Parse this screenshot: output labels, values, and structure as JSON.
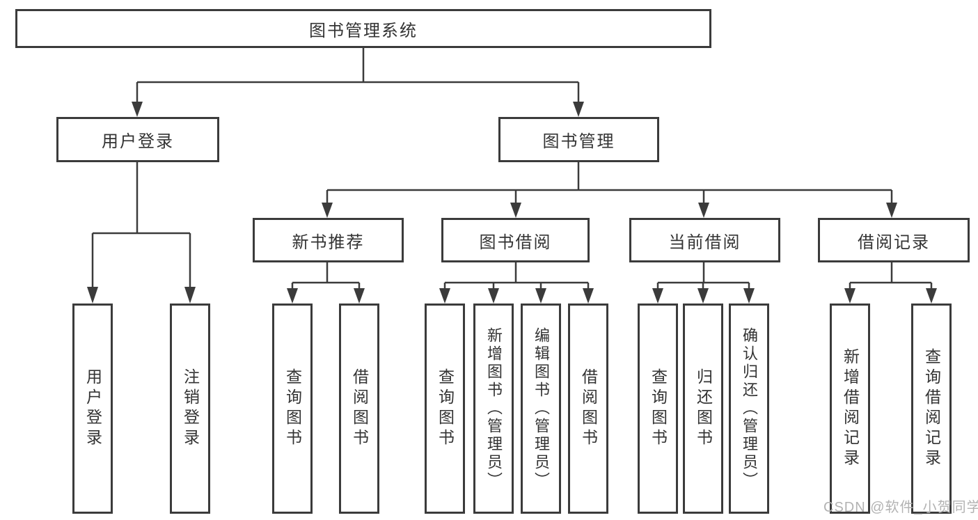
{
  "diagram": {
    "title": "图书管理系统",
    "branches": [
      {
        "label": "用户登录",
        "children": [
          {
            "label": "用户登录"
          },
          {
            "label": "注销登录"
          }
        ]
      },
      {
        "label": "图书管理",
        "children": [
          {
            "label": "新书推荐",
            "children": [
              {
                "label": "查询图书"
              },
              {
                "label": "借阅图书"
              }
            ]
          },
          {
            "label": "图书借阅",
            "children": [
              {
                "label": "查询图书"
              },
              {
                "label": "新增图书（管理员）"
              },
              {
                "label": "编辑图书（管理员）"
              },
              {
                "label": "借阅图书"
              }
            ]
          },
          {
            "label": "当前借阅",
            "children": [
              {
                "label": "查询图书"
              },
              {
                "label": "归还图书"
              },
              {
                "label": "确认归还（管理员）"
              }
            ]
          },
          {
            "label": "借阅记录",
            "children": [
              {
                "label": "新增借阅记录"
              },
              {
                "label": "查询借阅记录"
              }
            ]
          }
        ]
      }
    ]
  },
  "watermark": {
    "text": "CSDN @软件_小贺同学"
  },
  "colors": {
    "line": "#3b3b3b",
    "text": "#333333",
    "background": "#ffffff",
    "watermark": "#b3b3b3"
  }
}
